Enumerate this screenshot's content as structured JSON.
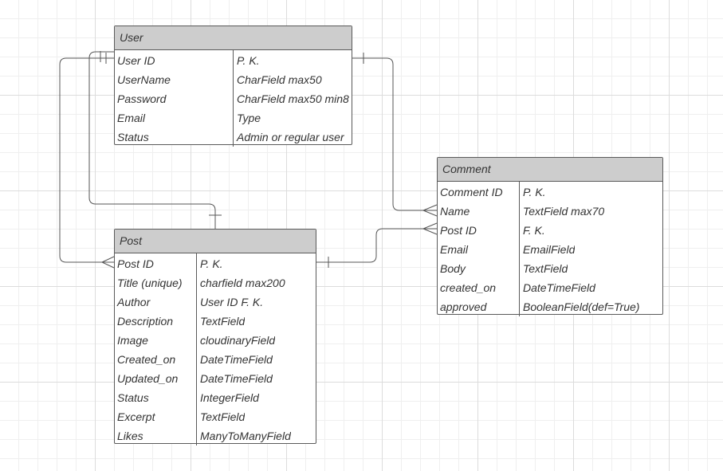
{
  "entities": {
    "user": {
      "title": "User",
      "rows": [
        {
          "name": "User ID",
          "type": "P. K."
        },
        {
          "name": "UserName",
          "type": "CharField max50"
        },
        {
          "name": "Password",
          "type": "CharField max50 min8"
        },
        {
          "name": "Email",
          "type": "Type"
        },
        {
          "name": "Status",
          "type": "Admin or regular user"
        }
      ]
    },
    "comment": {
      "title": "Comment",
      "rows": [
        {
          "name": "Comment ID",
          "type": "P. K."
        },
        {
          "name": "Name",
          "type": "TextField max70"
        },
        {
          "name": "Post ID",
          "type": "F. K."
        },
        {
          "name": "Email",
          "type": "EmailField"
        },
        {
          "name": "Body",
          "type": "TextField"
        },
        {
          "name": "created_on",
          "type": "DateTimeField"
        },
        {
          "name": "approved",
          "type": "BooleanField(def=True)"
        }
      ]
    },
    "post": {
      "title": "Post",
      "rows": [
        {
          "name": "Post ID",
          "type": "P. K."
        },
        {
          "name": "Title (unique)",
          "type": "charfield max200"
        },
        {
          "name": "Author",
          "type": "User ID F. K."
        },
        {
          "name": "Description",
          "type": "TextField"
        },
        {
          "name": "Image",
          "type": "cloudinaryField"
        },
        {
          "name": "Created_on",
          "type": "DateTimeField"
        },
        {
          "name": "Updated_on",
          "type": "DateTimeField"
        },
        {
          "name": "Status",
          "type": "IntegerField"
        },
        {
          "name": "Excerpt",
          "type": "TextField"
        },
        {
          "name": "Likes",
          "type": "ManyToManyField"
        }
      ]
    }
  },
  "colors": {
    "header_fill": "#cdcdcd",
    "border": "#5a5a5a",
    "text": "#333333",
    "connector": "#555555",
    "grid": "#dcdcdc"
  }
}
